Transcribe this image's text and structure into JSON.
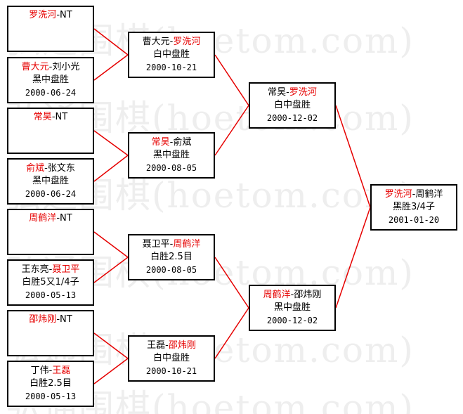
{
  "watermark": {
    "text": "弘通围棋(hoetom.com)"
  },
  "round1": [
    {
      "left": "罗洗河",
      "sep": "-",
      "right": "NT",
      "winner": "left",
      "result": "",
      "date": ""
    },
    {
      "left": "曹大元",
      "sep": "-",
      "right": "刘小光",
      "winner": "left",
      "result": "黑中盘胜",
      "date": "2000-06-24"
    },
    {
      "left": "常昊",
      "sep": "-",
      "right": "NT",
      "winner": "left",
      "result": "",
      "date": ""
    },
    {
      "left": "俞斌",
      "sep": "-",
      "right": "张文东",
      "winner": "left",
      "result": "黑中盘胜",
      "date": "2000-06-24"
    },
    {
      "left": "周鹤洋",
      "sep": "-",
      "right": "NT",
      "winner": "left",
      "result": "",
      "date": ""
    },
    {
      "left": "王东亮",
      "sep": "-",
      "right": "聂卫平",
      "winner": "right",
      "result": "白胜5又1/4子",
      "date": "2000-05-13"
    },
    {
      "left": "邵炜刚",
      "sep": "-",
      "right": "NT",
      "winner": "left",
      "result": "",
      "date": ""
    },
    {
      "left": "丁伟",
      "sep": "-",
      "right": "王磊",
      "winner": "right",
      "result": "白胜2.5目",
      "date": "2000-05-13"
    }
  ],
  "round2": [
    {
      "left": "曹大元",
      "sep": "-",
      "right": "罗洗河",
      "winner": "right",
      "result": "白中盘胜",
      "date": "2000-10-21"
    },
    {
      "left": "常昊",
      "sep": "-",
      "right": "俞斌",
      "winner": "left",
      "result": "黑中盘胜",
      "date": "2000-08-05"
    },
    {
      "left": "聂卫平",
      "sep": "-",
      "right": "周鹤洋",
      "winner": "right",
      "result": "白胜2.5目",
      "date": "2000-08-05"
    },
    {
      "left": "王磊",
      "sep": "-",
      "right": "邵炜刚",
      "winner": "right",
      "result": "白中盘胜",
      "date": "2000-10-21"
    }
  ],
  "round3": [
    {
      "left": "常昊",
      "sep": "-",
      "right": "罗洗河",
      "winner": "right",
      "result": "白中盘胜",
      "date": "2000-12-02"
    },
    {
      "left": "周鹤洋",
      "sep": "-",
      "right": "邵炜刚",
      "winner": "left",
      "result": "黑中盘胜",
      "date": "2000-12-02"
    }
  ],
  "final": {
    "left": "罗洗河",
    "sep": "-",
    "right": "周鹤洋",
    "winner": "left",
    "result": "黑胜3/4子",
    "date": "2001-01-20"
  },
  "colors": {
    "winner": "#e60000",
    "connector": "#e60000",
    "border": "#000000",
    "watermark": "#eeeeee"
  }
}
